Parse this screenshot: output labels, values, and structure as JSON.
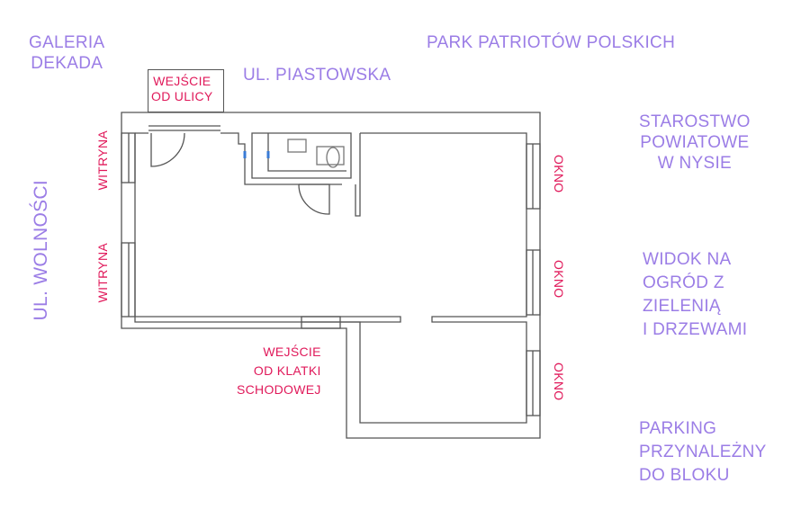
{
  "labels": {
    "galeria": [
      "GALERIA",
      "DEKADA"
    ],
    "park": "PARK PATRIOTÓW POLSKICH",
    "piastowska": "UL. PIASTOWSKA",
    "starostwo": [
      "STAROSTWO",
      "POWIATOWE",
      "W NYSIE"
    ],
    "widok": [
      "WIDOK NA",
      "OGRÓD Z",
      "ZIELENIĄ",
      "I DRZEWAMI"
    ],
    "parking": [
      "PARKING",
      "PRZYNALEŻNY",
      "DO BLOKU"
    ],
    "wolnosci": "UL. WOLNOŚCI",
    "wejscie_ulicy": [
      "WEJŚCIE",
      "OD ULICY"
    ],
    "wejscie_klatki": [
      "WEJŚCIE",
      "OD KLATKI",
      "SCHODOWEJ"
    ],
    "witryna_top": "WITRYNA",
    "witryna_bottom": "WITRYNA",
    "okno_1": "OKNO",
    "okno_2": "OKNO",
    "okno_3": "OKNO"
  },
  "colors": {
    "street_label": "#9b7de6",
    "opening_label": "#e0195a",
    "wall": "#555555",
    "fixture": "#3a7bd5"
  }
}
